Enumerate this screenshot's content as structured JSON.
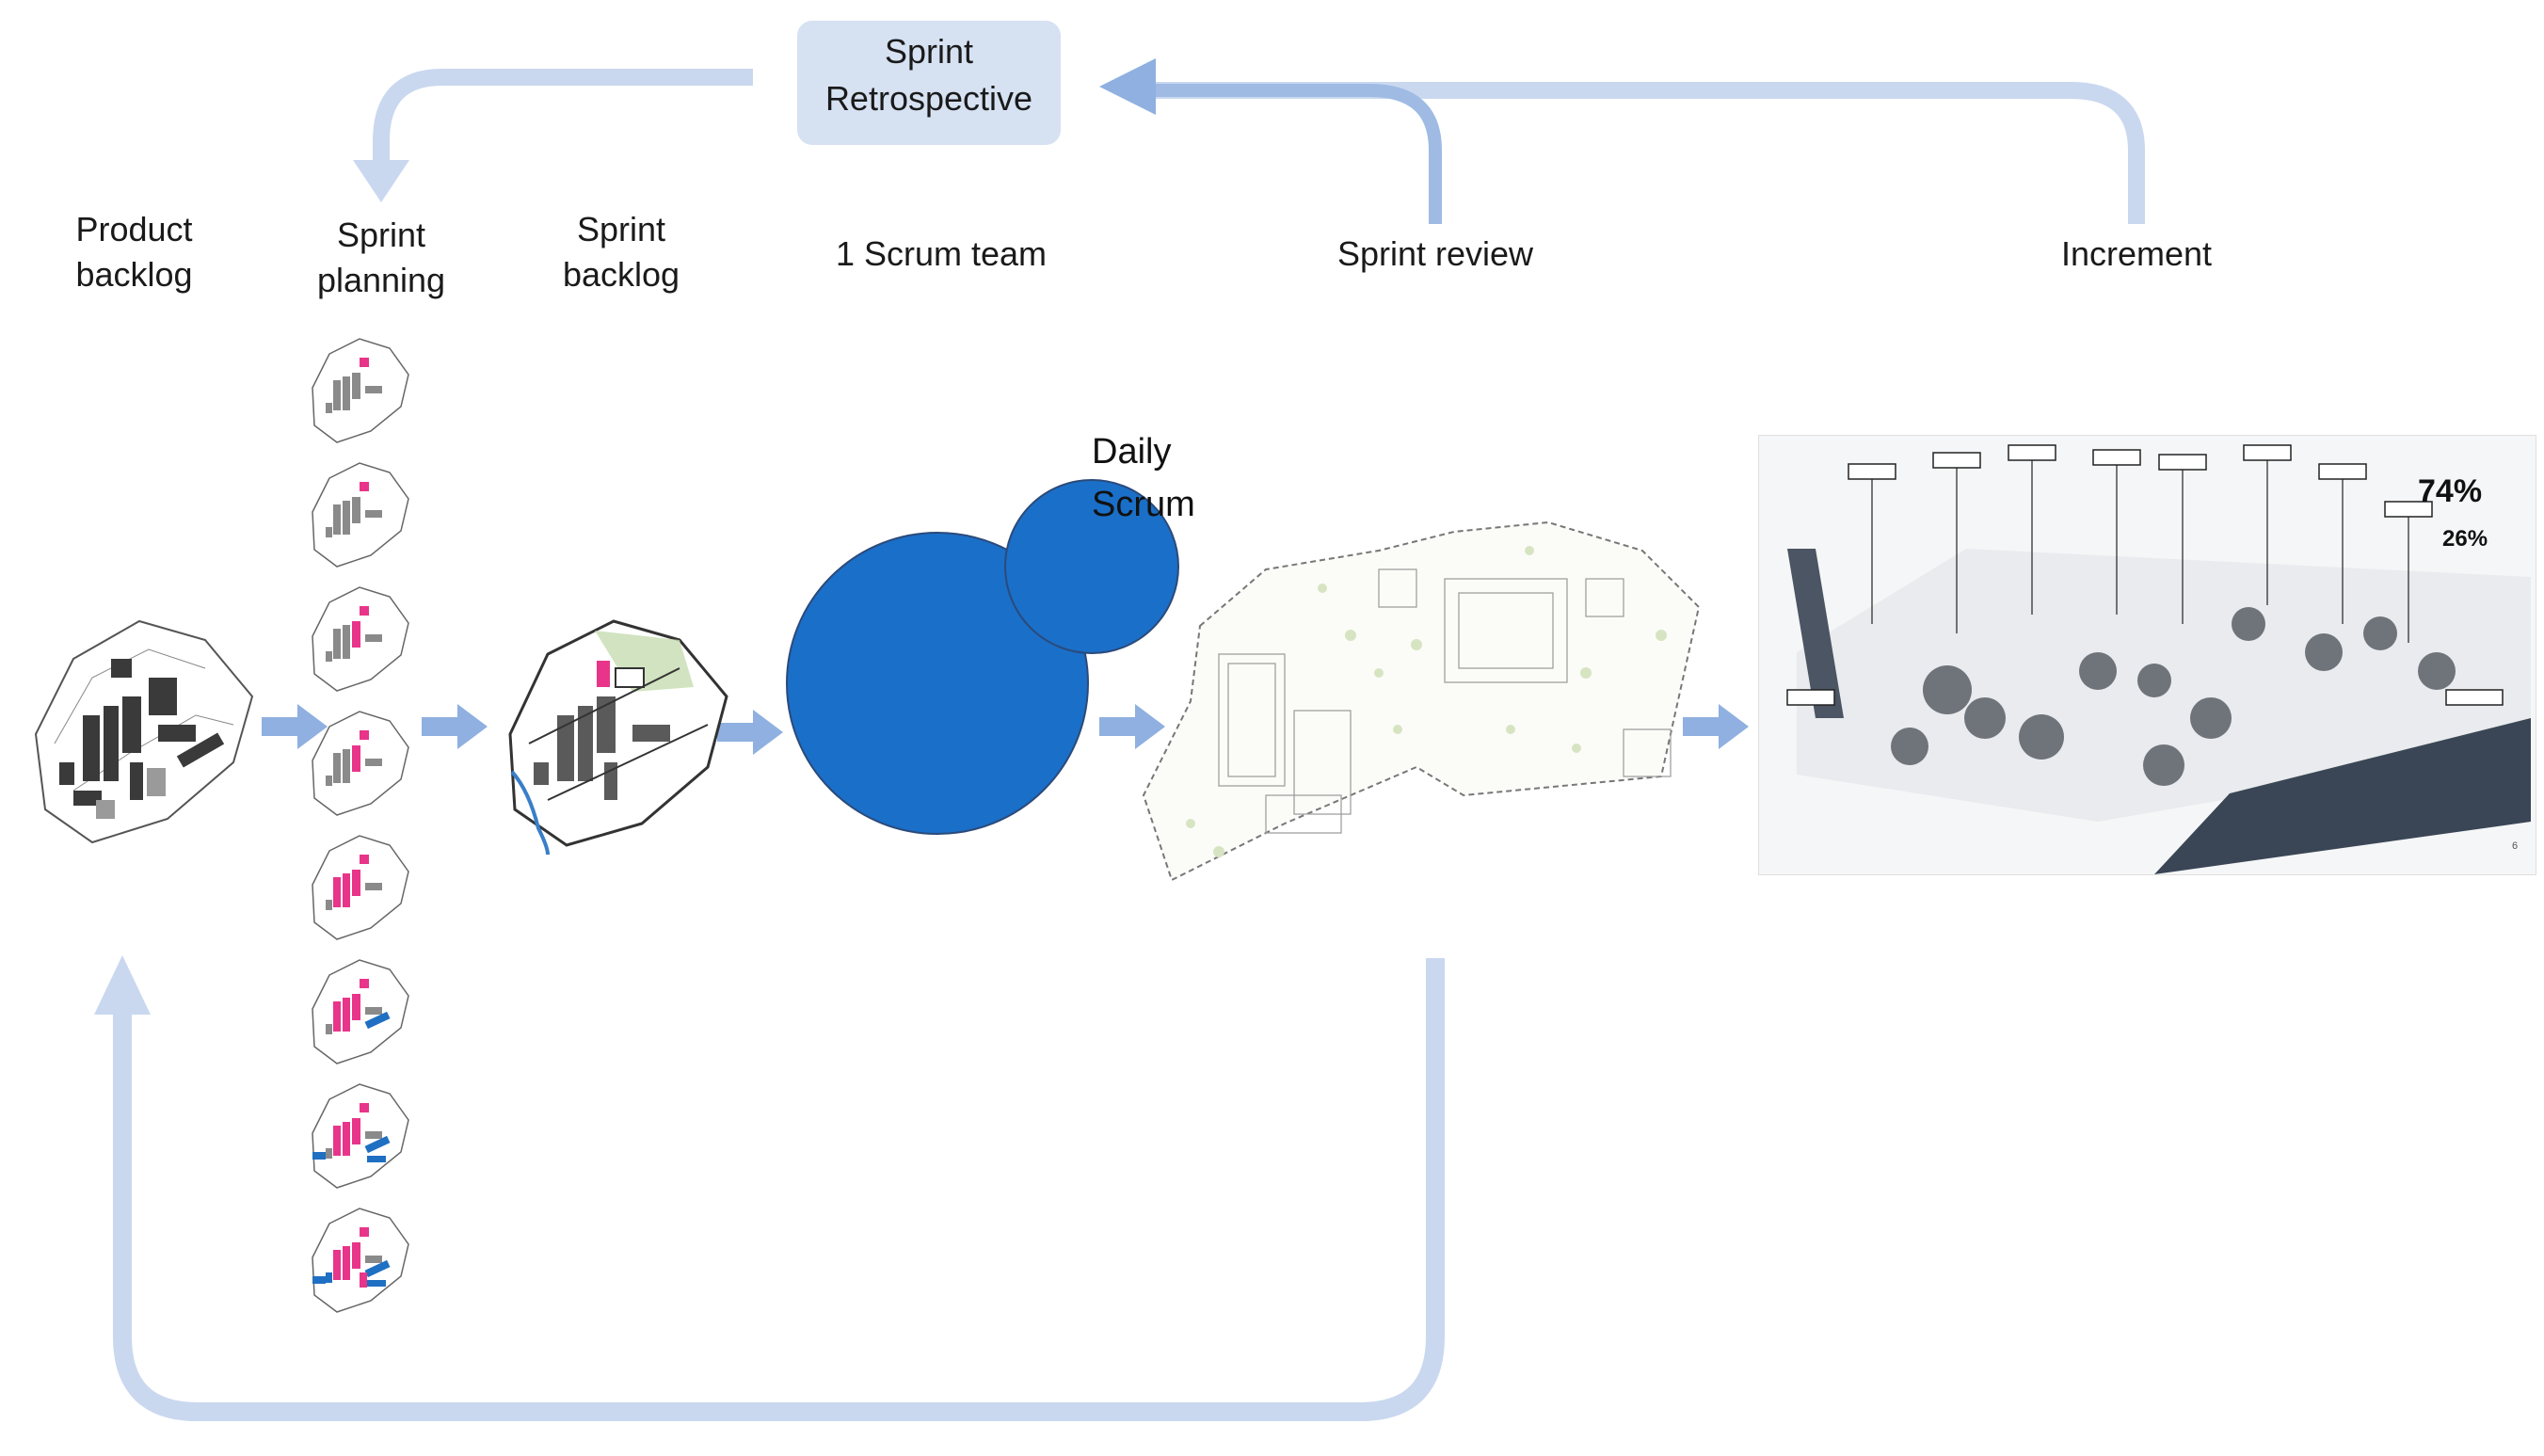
{
  "retrospective": {
    "line1": "Sprint",
    "line2": "Retrospective"
  },
  "stages": {
    "product_backlog": {
      "line1": "Product",
      "line2": "backlog"
    },
    "sprint_planning": {
      "line1": "Sprint",
      "line2": "planning"
    },
    "sprint_backlog": {
      "line1": "Sprint",
      "line2": "backlog"
    },
    "scrum_team": "1 Scrum team",
    "sprint_review": "Sprint review",
    "increment": "Increment"
  },
  "daily_scrum": {
    "line1": "Daily",
    "line2": "Scrum"
  },
  "increment_stats": {
    "primary": "74%",
    "secondary": "26%",
    "page_number": "6"
  },
  "colors": {
    "arrow": "#8fb0e0",
    "loop": "#c9d8ef",
    "circle": "#1a6fc8",
    "circle_stroke": "#2b4a7a",
    "pink": "#e8358a",
    "blue_block": "#1f6fc2"
  }
}
